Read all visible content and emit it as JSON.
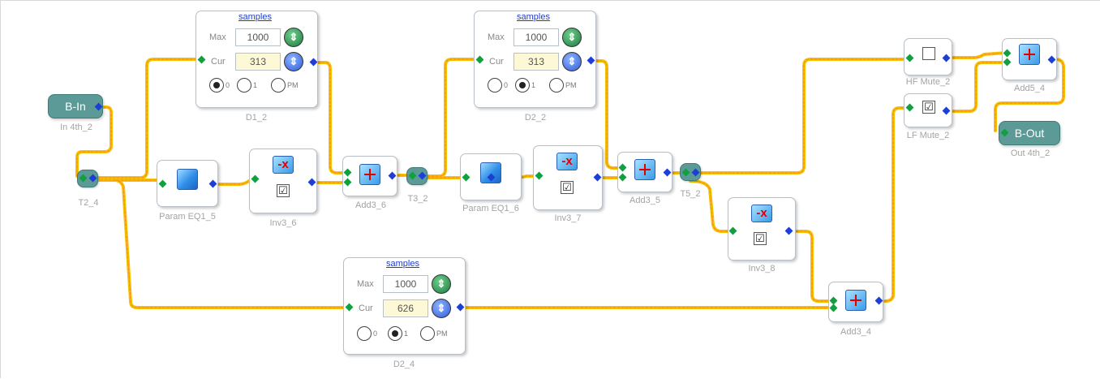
{
  "io": {
    "input": {
      "text": "B-In",
      "label": "In 4th_2"
    },
    "output": {
      "text": "B-Out",
      "label": "Out 4th_2"
    }
  },
  "nodes": {
    "t2_4": "T2_4",
    "t3_2": "T3_2",
    "t5_2": "T5_2"
  },
  "delays": {
    "d1_2": {
      "label": "D1_2",
      "link": "samples",
      "max_label": "Max",
      "cur_label": "Cur",
      "max": "1000",
      "cur": "313",
      "radio": [
        "0",
        "1",
        "PM"
      ],
      "selected": 0
    },
    "d2_2": {
      "label": "D2_2",
      "link": "samples",
      "max_label": "Max",
      "cur_label": "Cur",
      "max": "1000",
      "cur": "313",
      "radio": [
        "0",
        "1",
        "PM"
      ],
      "selected": 1
    },
    "d2_4": {
      "label": "D2_4",
      "link": "samples",
      "max_label": "Max",
      "cur_label": "Cur",
      "max": "1000",
      "cur": "626",
      "radio": [
        "0",
        "1",
        "PM"
      ],
      "selected": 1
    }
  },
  "param_eq": {
    "eq1_5": "Param EQ1_5",
    "eq1_6": "Param EQ1_6"
  },
  "inverters": {
    "inv3_6": {
      "label": "Inv3_6",
      "symbol": "-x",
      "checked": "☑"
    },
    "inv3_7": {
      "label": "Inv3_7",
      "symbol": "-x",
      "checked": "☑"
    },
    "inv3_8": {
      "label": "Inv3_8",
      "symbol": "-x",
      "checked": "☑"
    }
  },
  "adders": {
    "add3_6": "Add3_6",
    "add3_5": "Add3_5",
    "add3_4": "Add3_4",
    "add5_4": "Add5_4"
  },
  "mutes": {
    "hf": {
      "label": "HF Mute_2",
      "checked": ""
    },
    "lf": {
      "label": "LF Mute_2",
      "checked": "☑"
    }
  },
  "colors": {
    "wire_outer": "#f2c500",
    "wire_inner": "#ff8a1e",
    "pin_in": "#10a040",
    "pin_out": "#1d3fd6"
  }
}
